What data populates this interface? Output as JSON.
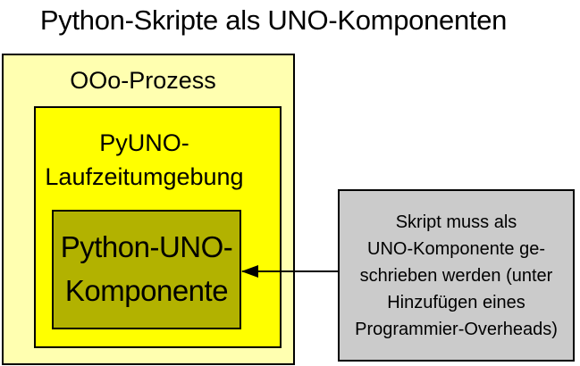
{
  "title": "Python-Skripte als UNO-Komponenten",
  "boxes": {
    "outer": {
      "label": "OOo-Prozess",
      "fill": "#FFFFB0"
    },
    "runtime": {
      "label": "PyUNO-\nLaufzeitumgebung",
      "fill": "#FFFF00"
    },
    "component": {
      "label": "Python-UNO-\nKomponente",
      "fill": "#B2B200"
    },
    "note": {
      "text": "Skript muss als\nUNO-Komponente ge-\nschrieben werden (unter\nHinzufügen eines\nProgrammier-Overheads)",
      "fill": "#CBCBCB"
    }
  },
  "arrow": {
    "color": "#000000",
    "direction": "left",
    "from": "note",
    "to": "component"
  }
}
